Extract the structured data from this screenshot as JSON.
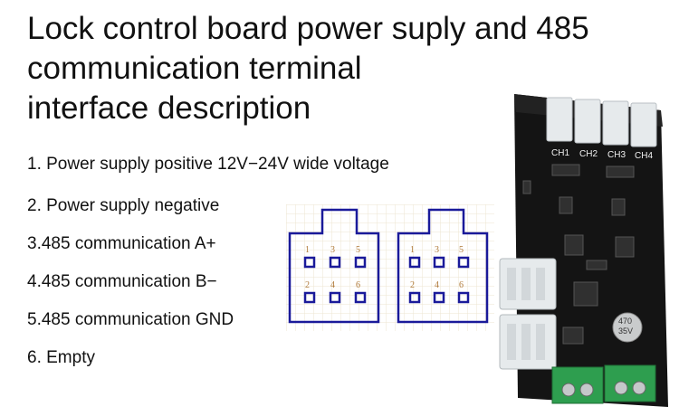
{
  "title_lines": [
    "Lock control board power suply and 485",
    "communication terminal",
    "interface description"
  ],
  "pin_descriptions": [
    "1. Power supply positive 12V−24V wide voltage",
    "2. Power supply negative",
    "3.485 communication A+",
    "4.485 communication B−",
    "5.485 communication GND",
    "6. Empty"
  ],
  "connector_pins": [
    {
      "top": [
        "1",
        "3",
        "5"
      ],
      "bottom": [
        "2",
        "4",
        "6"
      ]
    },
    {
      "top": [
        "1",
        "3",
        "5"
      ],
      "bottom": [
        "2",
        "4",
        "6"
      ]
    }
  ],
  "board_labels": {
    "channels": [
      "CH1",
      "CH2",
      "CH3",
      "CH4"
    ],
    "capacitor": [
      "470",
      "35V"
    ]
  },
  "colors": {
    "outline": "#1a1a9a",
    "pin_label": "#b07a3a",
    "pcb": "#141414",
    "terminal": "#2e9e4f",
    "connector": "#e6eaec"
  }
}
